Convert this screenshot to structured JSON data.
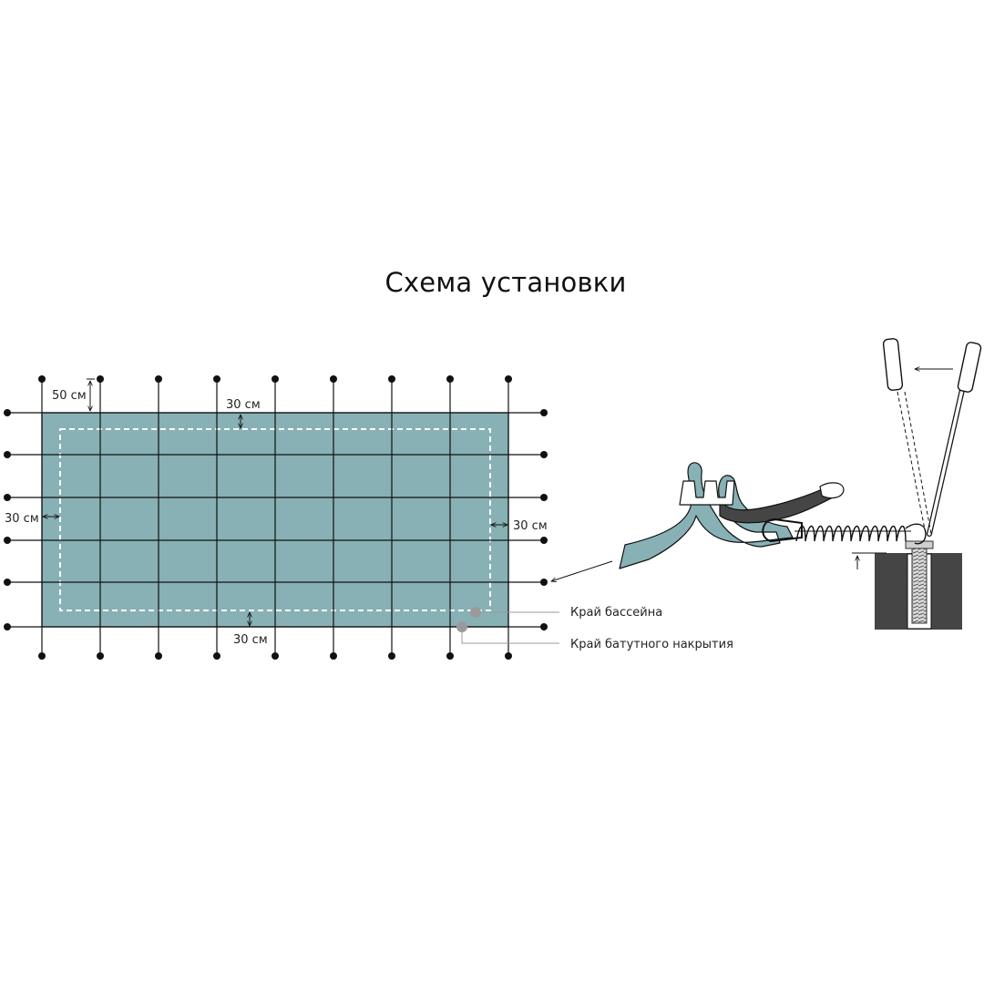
{
  "title": "Схема установки",
  "labels": {
    "top_offset": "50 см",
    "inner_top": "30 см",
    "inner_left": "30 см",
    "inner_right": "30 см",
    "inner_bottom": "30 см"
  },
  "legend": {
    "pool_edge": "Край бассейна",
    "cover_edge": "Край батутного накрытия"
  },
  "colors": {
    "cover_fill": "#87b1b5",
    "marker": "#9a9a9a",
    "ground": "#454545",
    "line": "#111111"
  }
}
